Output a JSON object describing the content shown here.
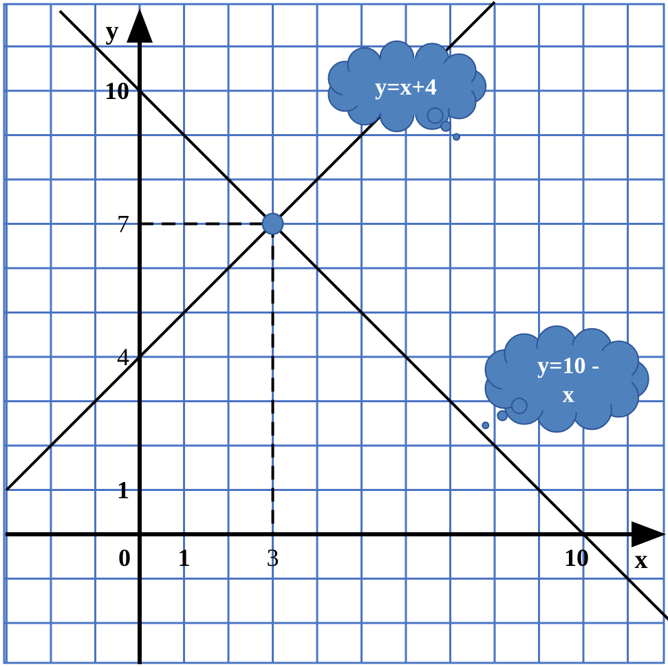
{
  "chart_data": {
    "type": "line",
    "title": "",
    "xlabel": "x",
    "ylabel": "y",
    "xlim": [
      -3,
      12
    ],
    "ylim": [
      -3,
      12
    ],
    "grid": true,
    "x_ticks": [
      {
        "value": 0,
        "label": "0",
        "bold": true
      },
      {
        "value": 1,
        "label": "1",
        "bold": true
      },
      {
        "value": 3,
        "label": "3",
        "bold": false
      },
      {
        "value": 10,
        "label": "10",
        "bold": true
      }
    ],
    "y_ticks": [
      {
        "value": 1,
        "label": "1",
        "bold": true
      },
      {
        "value": 4,
        "label": "4",
        "bold": false
      },
      {
        "value": 7,
        "label": "7",
        "bold": false
      },
      {
        "value": 10,
        "label": "10",
        "bold": true
      }
    ],
    "series": [
      {
        "name": "y=x+4",
        "slope": 1,
        "intercept": 4,
        "x_range": [
          -3,
          8
        ]
      },
      {
        "name": "y=10 - x",
        "slope": -1,
        "intercept": 10,
        "x_range": [
          -1.8,
          12
        ]
      }
    ],
    "intersection": {
      "x": 3,
      "y": 7
    },
    "annotations": [
      {
        "text_lines": [
          "y=x+4"
        ],
        "anchor": {
          "x": 6.0,
          "y": 10.1
        },
        "tail_to": {
          "x": 7.2,
          "y": 8.9
        }
      },
      {
        "text_lines": [
          "y=10 -",
          "x"
        ],
        "anchor": {
          "x": 9.6,
          "y": 3.5
        },
        "tail_to": {
          "x": 7.7,
          "y": 2.4
        }
      }
    ]
  },
  "colors": {
    "grid": "#4a74c4",
    "background": "#ffffff",
    "axis": "#000000",
    "line": "#000000",
    "callout_fill": "#4f81bd",
    "callout_stroke": "#2e5597",
    "callout_text": "#ffffff",
    "point_fill": "#4f81bd"
  }
}
